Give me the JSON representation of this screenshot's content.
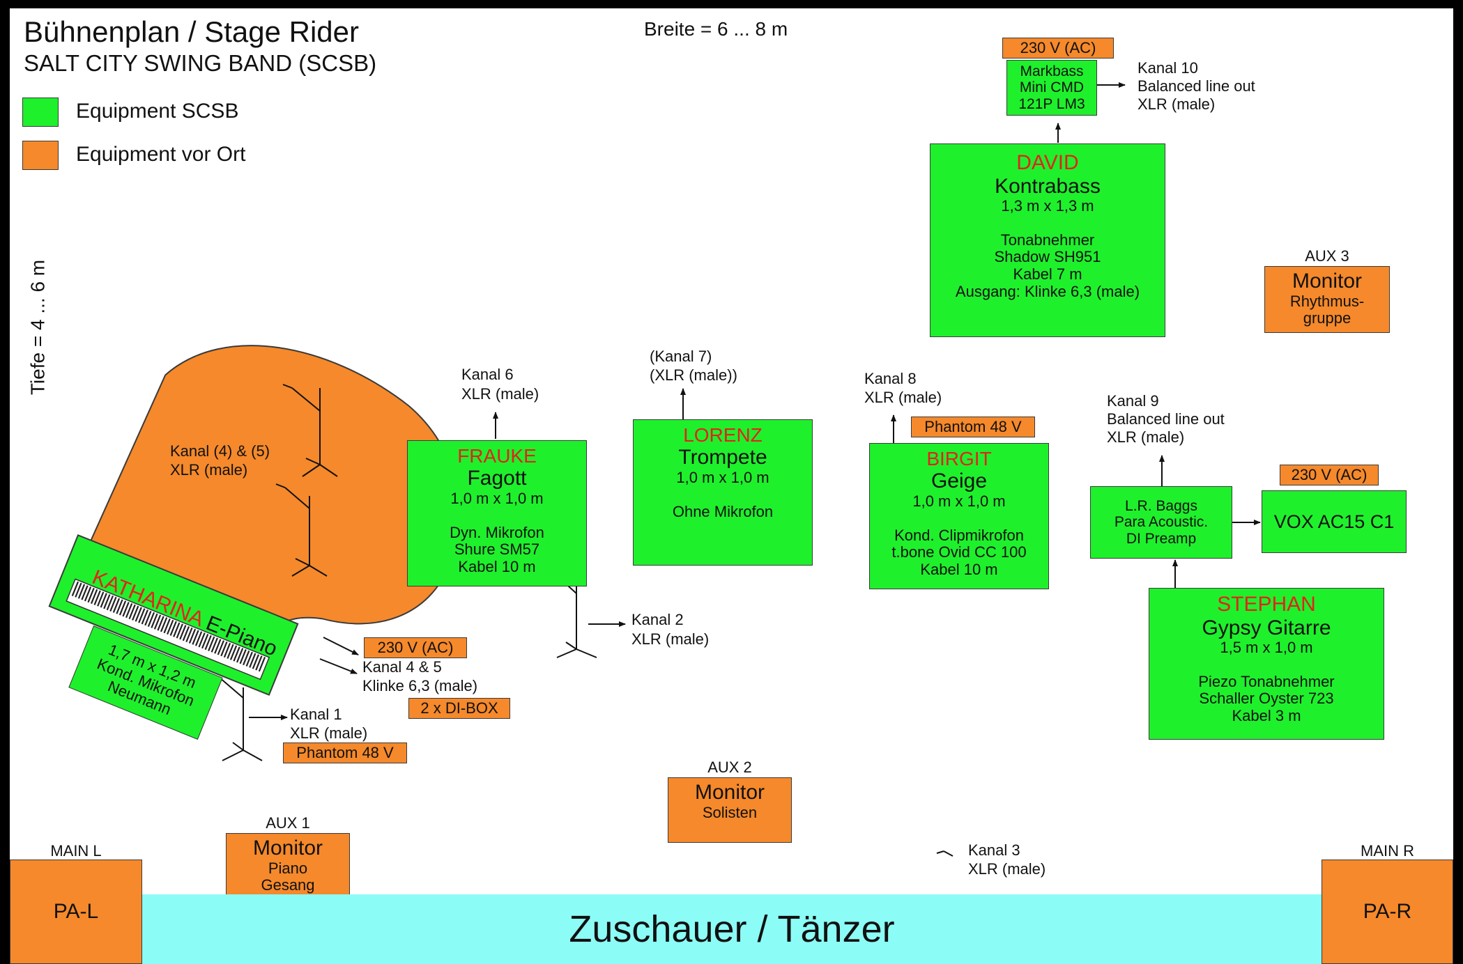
{
  "header": {
    "title": "Bühnenplan / Stage Rider",
    "subtitle": "SALT CITY SWING BAND (SCSB)",
    "width_label": "Breite = 6 ... 8 m",
    "depth_label": "Tiefe = 4 ... 6 m"
  },
  "legend": {
    "green_label": "Equipment SCSB",
    "orange_label": "Equipment vor Ort",
    "green_color": "#1ff02c",
    "orange_color": "#f5892b"
  },
  "colors": {
    "audience": "#8cfdf6",
    "name_red": "#e0241b"
  },
  "piano": {
    "name": "KATHARINA",
    "instrument": "E-Piano",
    "size": "1,7 m x 1,2 m",
    "mic_type": "Kond. Mikrofon",
    "mic_model": "Neumann",
    "channels_label": "Kanal (4) & (5)",
    "channels_connector": "XLR (male)",
    "power": "230 V (AC)",
    "line_channels": "Kanal 4 & 5",
    "line_connector": "Klinke 6,3 (male)",
    "di": "2 x DI-BOX",
    "ch1_label": "Kanal 1",
    "ch1_connector": "XLR (male)",
    "ch1_phantom": "Phantom 48 V"
  },
  "frauke": {
    "name": "FRAUKE",
    "instrument": "Fagott",
    "size": "1,0 m x 1,0 m",
    "mic": "Dyn. Mikrofon",
    "mic_model": "Shure SM57",
    "cable": "Kabel 10 m",
    "ch_label": "Kanal 6",
    "ch_connector": "XLR (male)",
    "ch2_label": "Kanal 2",
    "ch2_connector": "XLR (male)"
  },
  "lorenz": {
    "name": "LORENZ",
    "instrument": "Trompete",
    "size": "1,0 m x 1,0 m",
    "mic": "Ohne Mikrofon",
    "ch_label": "(Kanal 7)",
    "ch_connector": "(XLR (male))"
  },
  "birgit": {
    "name": "BIRGIT",
    "instrument": "Geige",
    "size": "1,0 m x 1,0 m",
    "mic": "Kond. Clipmikrofon",
    "mic_model": "t.bone Ovid CC 100",
    "cable": "Kabel 10 m",
    "ch_label": "Kanal 8",
    "ch_connector": "XLR (male)",
    "phantom": "Phantom 48 V"
  },
  "david": {
    "name": "DAVID",
    "instrument": "Kontrabass",
    "size": "1,3 m x 1,3 m",
    "pickup": "Tonabnehmer",
    "pickup_model": "Shadow SH951",
    "cable": "Kabel 7 m",
    "output": "Ausgang: Klinke 6,3 (male)",
    "amp_line1": "Markbass",
    "amp_line2": "Mini CMD",
    "amp_line3": "121P LM3",
    "amp_power": "230 V (AC)",
    "ch_label": "Kanal 10",
    "ch_line": "Balanced line out",
    "ch_connector": "XLR (male)"
  },
  "stephan": {
    "name": "STEPHAN",
    "instrument": "Gypsy Gitarre",
    "size": "1,5 m x 1,0 m",
    "pickup": "Piezo Tonabnehmer",
    "pickup_model": "Schaller Oyster 723",
    "cable": "Kabel 3 m",
    "preamp_line1": "L.R. Baggs",
    "preamp_line2": "Para Acoustic.",
    "preamp_line3": "DI Preamp",
    "amp": "VOX AC15 C1",
    "amp_power": "230 V (AC)",
    "ch_label": "Kanal 9",
    "ch_line": "Balanced line out",
    "ch_connector": "XLR (male)"
  },
  "monitors": {
    "aux1_label": "AUX 1",
    "aux1_title": "Monitor",
    "aux1_line1": "Piano",
    "aux1_line2": "Gesang",
    "aux2_label": "AUX 2",
    "aux2_title": "Monitor",
    "aux2_line1": "Solisten",
    "aux3_label": "AUX 3",
    "aux3_title": "Monitor",
    "aux3_line1": "Rhythmus-",
    "aux3_line2": "gruppe"
  },
  "vocal": {
    "ch_label": "Kanal 3",
    "ch_connector": "XLR (male)"
  },
  "pa": {
    "main_l_label": "MAIN L",
    "pa_l": "PA-L",
    "main_r_label": "MAIN R",
    "pa_r": "PA-R"
  },
  "audience": {
    "label": "Zuschauer / Tänzer"
  }
}
